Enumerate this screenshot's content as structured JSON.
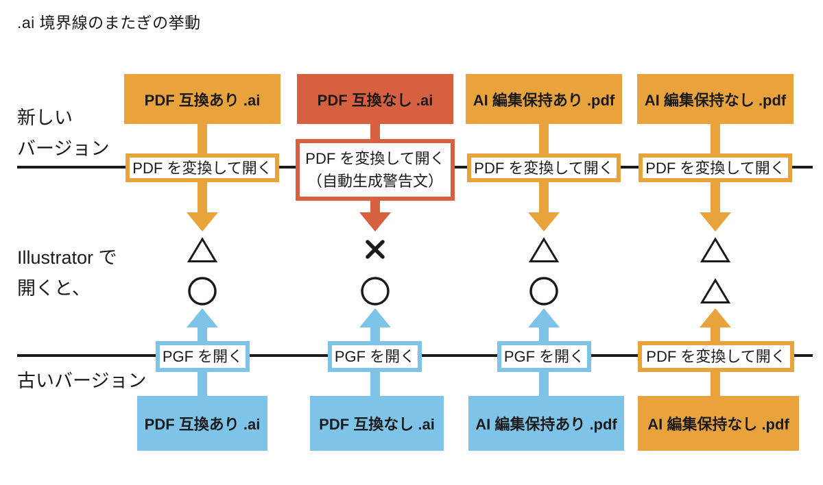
{
  "title": ".ai 境界線のまたぎの挙動",
  "colors": {
    "orange": "#E8A33D",
    "red": "#D6603F",
    "blue": "#7EC3E8",
    "line": "#1A1A1A"
  },
  "row_labels": {
    "new_version_line1": "新しい",
    "new_version_line2": "バージョン",
    "illustrator_line1": "Illustrator で",
    "illustrator_line2": "開くと、",
    "old_version": "古いバージョン"
  },
  "columns": [
    {
      "new_file": "PDF 互換あり .ai",
      "new_action": "PDF を変換して開く",
      "new_action_note": "",
      "new_result": "△",
      "old_result": "○",
      "old_action": "PGF を開く",
      "old_file": "PDF 互換あり .ai"
    },
    {
      "new_file": "PDF 互換なし .ai",
      "new_action": "PDF を変換して開く",
      "new_action_note": "（自動生成警告文）",
      "new_result": "✕",
      "old_result": "○",
      "old_action": "PGF を開く",
      "old_file": "PDF 互換なし .ai"
    },
    {
      "new_file": "AI 編集保持あり .pdf",
      "new_action": "PDF を変換して開く",
      "new_action_note": "",
      "new_result": "△",
      "old_result": "○",
      "old_action": "PGF を開く",
      "old_file": "AI 編集保持あり .pdf"
    },
    {
      "new_file": "AI 編集保持なし .pdf",
      "new_action": "PDF を変換して開く",
      "new_action_note": "",
      "new_result": "△",
      "old_result": "△",
      "old_action": "PDF を変換して開く",
      "old_file": "AI 編集保持なし .pdf"
    }
  ]
}
